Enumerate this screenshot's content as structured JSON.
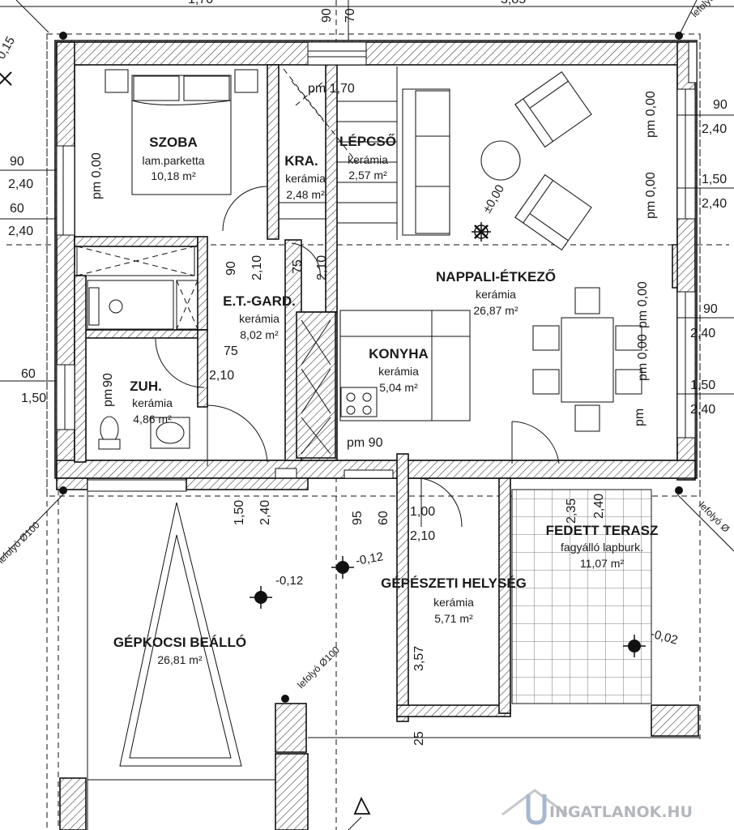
{
  "rooms": {
    "szoba": {
      "name": "SZOBA",
      "floor": "lam.parketta",
      "area": "10,18 m²"
    },
    "kamra": {
      "name": "KRA.",
      "floor": "kerámia",
      "area": "2,48 m²"
    },
    "lepcso": {
      "name": "LÉPCSŐ",
      "floor": "kerámia",
      "area": "2,57 m²"
    },
    "nappali": {
      "name": "NAPPALI-ÉTKEZŐ",
      "floor": "kerámia",
      "area": "26,87 m²"
    },
    "gardrob": {
      "name": "E.T.-GARD.",
      "floor": "kerámia",
      "area": "8,02 m²"
    },
    "konyha": {
      "name": "KONYHA",
      "floor": "kerámia",
      "area": "5,04 m²"
    },
    "zuhanyzo": {
      "name": "ZUH.",
      "floor": "kerámia",
      "area": "4,86 m²"
    },
    "terasz": {
      "name": "FEDETT TERASZ",
      "floor": "fagyálló lapburk.",
      "area": "11,07 m²"
    },
    "gepeszeti": {
      "name": "GÉPÉSZETI HELYSÉG",
      "floor": "kerámia",
      "area": "5,71 m²"
    },
    "gepkocsi": {
      "name": "GÉPKOCSI BEÁLLÓ",
      "area": "26,81 m²"
    }
  },
  "dimensions": {
    "left_90": "90",
    "left_240a": "2,40",
    "left_60": "60",
    "left_240b": "2,40",
    "left_60b": "60",
    "left_150": "1,50",
    "right_90a": "90",
    "right_240a": "2,40",
    "right_150a": "1,50",
    "right_240b": "2,40",
    "right_90b": "90",
    "right_240c": "2,40",
    "right_150b": "1,50",
    "right_240d": "2,40",
    "top_90": "90",
    "top_70": "70",
    "top_left": "1,70",
    "top_right": "3,85",
    "d_90": "90",
    "d_210a": "2,10",
    "d_75a": "75",
    "d_210b": "2,10",
    "d_75b": "75",
    "d_210c": "2,10",
    "d_150": "1,50",
    "d_240": "2,40",
    "d_95": "95",
    "d_60": "60",
    "d_100": "1,00",
    "d_210d": "2,10",
    "d_235": "2,35",
    "d_240b": "2,40",
    "d_357": "3,57",
    "d_25": "25",
    "d_zuh90": "90"
  },
  "levels": {
    "pm_stair": "pm 1,70",
    "pm_szoba": "pm 0,00",
    "pm_nappali_a": "pm 0,00",
    "pm_nappali_b": "pm 0,00",
    "pm_nappali_c": "pm 0,00",
    "pm_nappali_d": "pm 0,00",
    "pm_zuh": "pm",
    "pm_konyha": "pm 90",
    "pm_right_low": "pm",
    "lvl_000": "±0,00",
    "lvl_012a": "-0,12",
    "lvl_012b": "-0,12",
    "lvl_002": "-0,02",
    "lvl_015": "0,15"
  },
  "drains": {
    "lefolyo_left": "lefolyó Ø100",
    "lefolyo_right": "lefolyó Ø",
    "lefolyo_center": "lefolyó Ø100",
    "lefolyo_topright": "lefolyó"
  },
  "watermark": "INGATLANOK.HU"
}
